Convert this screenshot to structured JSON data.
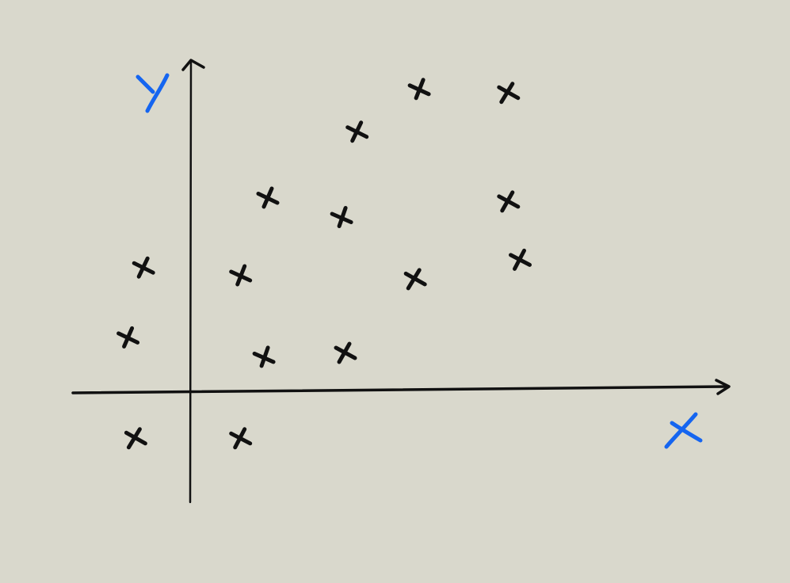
{
  "chart_data": {
    "type": "scatter",
    "title": "",
    "xlabel": "X",
    "ylabel": "Y",
    "style": "hand-drawn",
    "marker": "x",
    "colors": {
      "background": "#d9d8cc",
      "axes": "#111111",
      "markers": "#111111",
      "axis_labels": "#1565f0"
    },
    "xlim": [
      -1.6,
      6.8
    ],
    "ylim": [
      -0.65,
      4.0
    ],
    "points": [
      {
        "x": -0.7,
        "y": -0.6
      },
      {
        "x": 0.65,
        "y": -0.6
      },
      {
        "x": -0.8,
        "y": 0.7
      },
      {
        "x": 0.95,
        "y": 0.45
      },
      {
        "x": 2.0,
        "y": 0.5
      },
      {
        "x": -0.6,
        "y": 1.6
      },
      {
        "x": 0.65,
        "y": 1.5
      },
      {
        "x": 2.9,
        "y": 1.45
      },
      {
        "x": 4.25,
        "y": 1.7
      },
      {
        "x": 1.0,
        "y": 2.5
      },
      {
        "x": 1.95,
        "y": 2.25
      },
      {
        "x": 4.1,
        "y": 2.45
      },
      {
        "x": 2.15,
        "y": 3.35
      },
      {
        "x": 2.95,
        "y": 3.9
      },
      {
        "x": 4.1,
        "y": 3.85
      }
    ]
  }
}
